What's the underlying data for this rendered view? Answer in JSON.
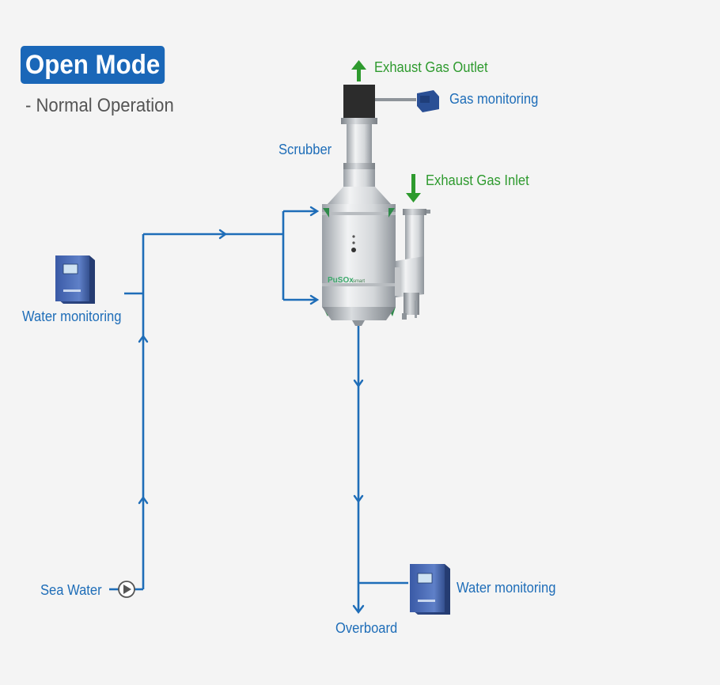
{
  "mode": {
    "title": "Open Mode",
    "subtitle": "- Normal Operation"
  },
  "labels": {
    "exhaust_gas_outlet": "Exhaust Gas Outlet",
    "gas_monitoring": "Gas monitoring",
    "scrubber": "Scrubber",
    "exhaust_gas_inlet": "Exhaust Gas Inlet",
    "water_monitoring_left": "Water monitoring",
    "sea_water": "Sea Water",
    "water_monitoring_right": "Water monitoring",
    "overboard": "Overboard"
  },
  "scrubber_logo": {
    "brand": "PuSOx",
    "suffix": "smart"
  },
  "colors": {
    "pipe": "#1e6db8",
    "gas_arrow": "#2e9a2e",
    "badge": "#1a67b8",
    "monitor_box": "#4a6ab3"
  },
  "icons": [
    "pump-icon",
    "water-monitor-icon",
    "gas-monitor-icon",
    "exhaust-arrow-icon"
  ]
}
